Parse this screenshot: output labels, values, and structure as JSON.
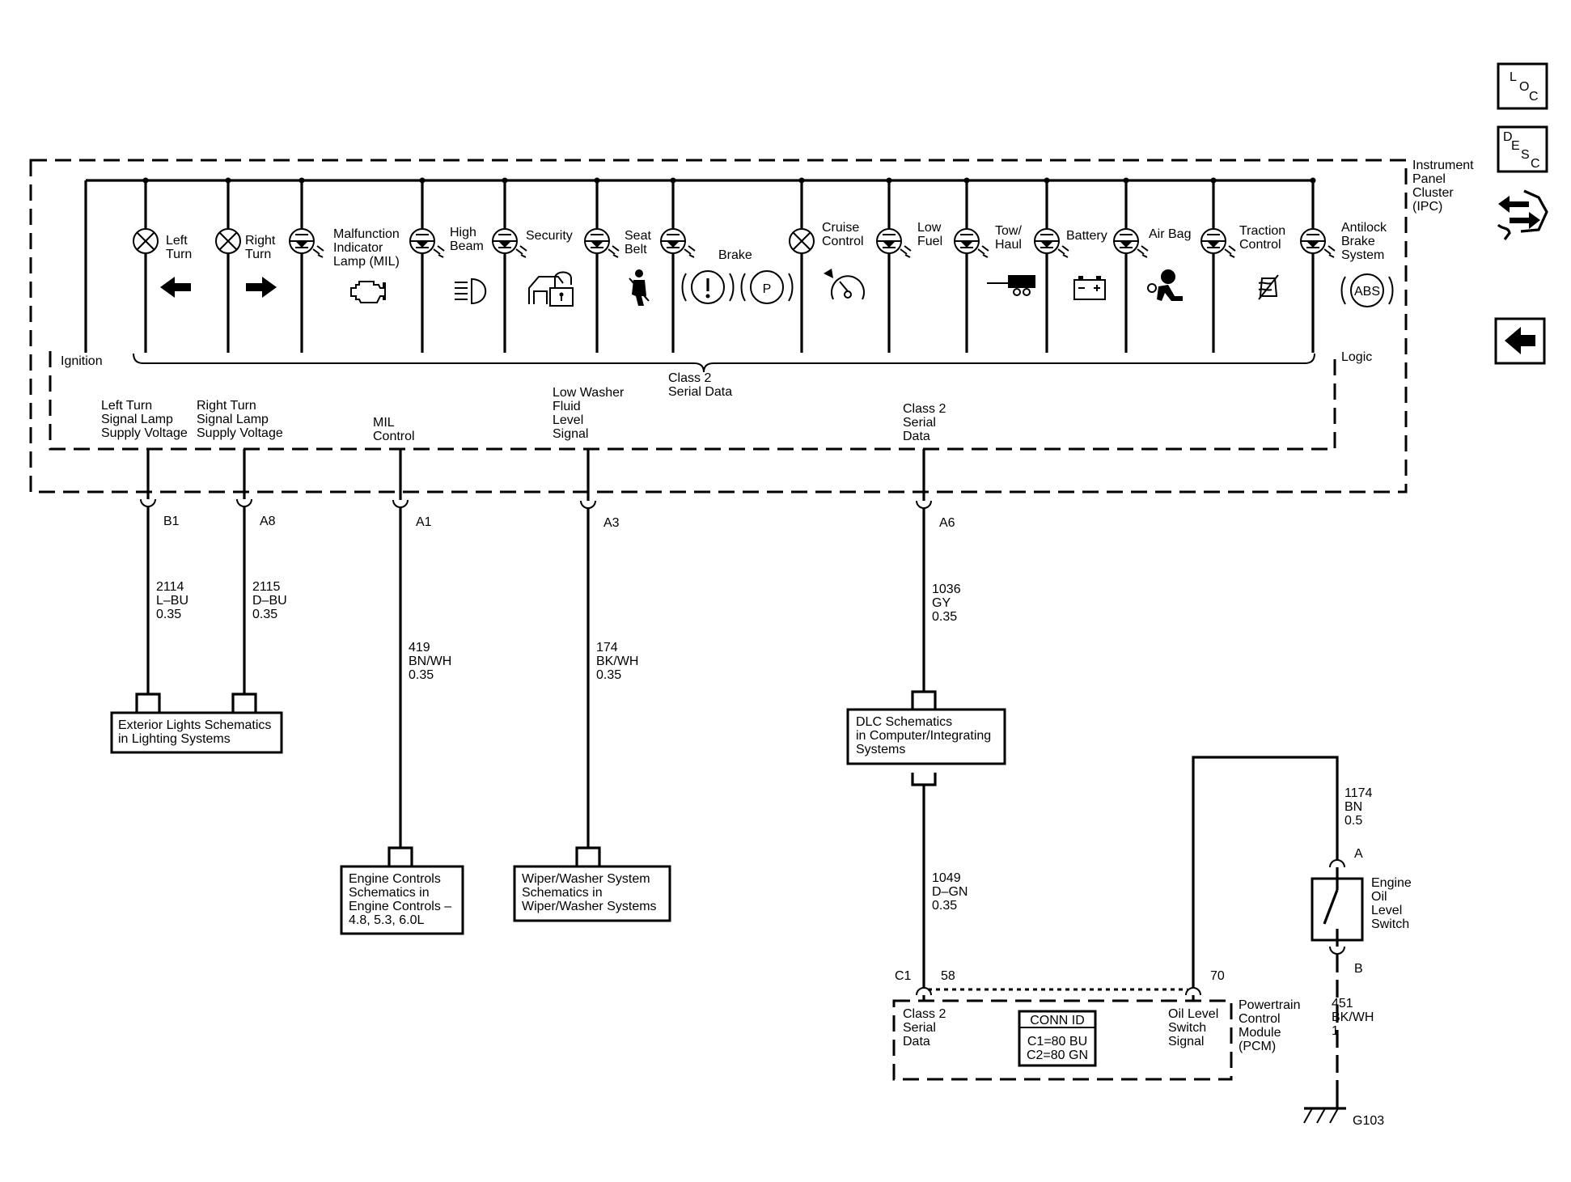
{
  "ipc": {
    "title": [
      "Instrument",
      "Panel",
      "Cluster",
      "(IPC)"
    ],
    "ignition": "Ignition",
    "logic": "Logic",
    "class2_bus": [
      "Class 2",
      "Serial Data"
    ]
  },
  "indicators": [
    {
      "label": [
        "Left",
        "Turn"
      ]
    },
    {
      "label": [
        "Right",
        "Turn"
      ]
    },
    {
      "label": [
        "Malfunction",
        "Indicator",
        "Lamp (MIL)"
      ]
    },
    {
      "label": [
        "High",
        "Beam"
      ]
    },
    {
      "label": [
        "Security"
      ]
    },
    {
      "label": [
        "Seat",
        "Belt"
      ]
    },
    {
      "label": [
        "Brake"
      ]
    },
    {
      "label": [
        "Cruise",
        "Control"
      ]
    },
    {
      "label": [
        "Low",
        "Fuel"
      ]
    },
    {
      "label": [
        "Tow/",
        "Haul"
      ]
    },
    {
      "label": [
        "Battery"
      ]
    },
    {
      "label": [
        "Air Bag"
      ]
    },
    {
      "label": [
        "Traction",
        "Control"
      ]
    },
    {
      "label": [
        "Antilock",
        "Brake",
        "System"
      ]
    }
  ],
  "icon_text": {
    "brake_p": "P",
    "abs": "ABS"
  },
  "signals": [
    {
      "label": [
        "Left Turn",
        "Signal Lamp",
        "Supply Voltage"
      ],
      "pin": "B1",
      "wire": [
        "2114",
        "L–BU",
        "0.35"
      ]
    },
    {
      "label": [
        "Right Turn",
        "Signal Lamp",
        "Supply Voltage"
      ],
      "pin": "A8",
      "wire": [
        "2115",
        "D–BU",
        "0.35"
      ]
    },
    {
      "label": [
        "MIL",
        "Control"
      ],
      "pin": "A1",
      "wire": [
        "419",
        "BN/WH",
        "0.35"
      ]
    },
    {
      "label": [
        "Low Washer",
        "Fluid",
        "Level",
        "Signal"
      ],
      "pin": "A3",
      "wire": [
        "174",
        "BK/WH",
        "0.35"
      ]
    },
    {
      "label": [
        "Class 2",
        "Serial",
        "Data"
      ],
      "pin": "A6",
      "wire": [
        "1036",
        "GY",
        "0.35"
      ]
    }
  ],
  "refs": {
    "exterior": [
      "Exterior Lights Schematics",
      "in Lighting Systems"
    ],
    "engine": [
      "Engine Controls",
      "Schematics in",
      "Engine Controls –",
      "4.8, 5.3, 6.0L"
    ],
    "wiper": [
      "Wiper/Washer System",
      "Schematics in",
      "Wiper/Washer Systems"
    ],
    "dlc": [
      "DLC Schematics",
      "in Computer/Integrating",
      "Systems"
    ]
  },
  "pcm": {
    "title": [
      "Powertrain",
      "Control",
      "Module",
      "(PCM)"
    ],
    "conn_c1": "C1",
    "pin58": "58",
    "pin70": "70",
    "class2": [
      "Class 2",
      "Serial",
      "Data"
    ],
    "oil_signal": [
      "Oil Level",
      "Switch",
      "Signal"
    ],
    "conn_id_title": "CONN ID",
    "conn_id_lines": [
      "C1=80 BU",
      "C2=80 GN"
    ],
    "wire_1049": [
      "1049",
      "D–GN",
      "0.35"
    ]
  },
  "switch": {
    "label": [
      "Engine",
      "Oil",
      "Level",
      "Switch"
    ],
    "pin_a": "A",
    "pin_b": "B",
    "wire_top": [
      "1174",
      "BN",
      "0.5"
    ],
    "wire_bottom": [
      "451",
      "BK/WH",
      "1"
    ],
    "ground": "G103"
  },
  "nav": {
    "loc": [
      "L",
      "O",
      "C"
    ],
    "desc": [
      "D",
      "E",
      "S",
      "C"
    ]
  },
  "icons": [
    "loc-button-icon",
    "desc-button-icon",
    "connector-view-icon",
    "back-arrow-icon",
    "bulb-x-icon",
    "led-icon"
  ]
}
